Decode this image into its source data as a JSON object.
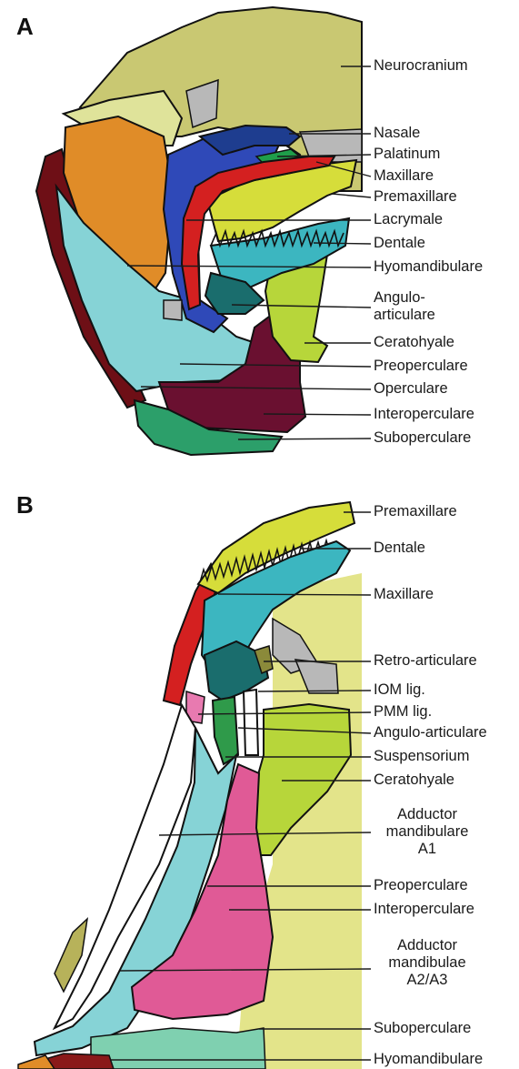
{
  "panels": {
    "a": {
      "letter": "A",
      "labels": {
        "neurocranium": "Neurocranium",
        "nasale": "Nasale",
        "palatinum": "Palatinum",
        "maxillare": "Maxillare",
        "premaxillare": "Premaxillare",
        "lacrymale": "Lacrymale",
        "dentale": "Dentale",
        "hyomandibulare": "Hyomandibulare",
        "angulo_articulare": "Angulo-articulare",
        "ceratohyale": "Ceratohyale",
        "praeoperculare": "Preoperculare",
        "operculare": "Operculare",
        "interoperculare": "Interoperculare",
        "suboperculare": "Suboperculare"
      }
    },
    "b": {
      "letter": "B",
      "labels": {
        "premaxillare": "Premaxillare",
        "dentale": "Dentale",
        "maxillare": "Maxillare",
        "retro_articulare": "Retro-articulare",
        "iom_lig": "IOM lig.",
        "pmm_lig": "PMM lig.",
        "angulo_articulare": "Angulo-articulare",
        "suspensorium": "Suspensorium",
        "ceratohyale": "Ceratohyale",
        "adductor_a1": "Adductor mandibulare A1",
        "praeoperculare": "Preoperculare",
        "interoperculare": "Interoperculare",
        "adductor_a2a3": "Adductor mandibulae A2/A3",
        "suboperculare": "Suboperculare",
        "hyomandibulare": "Hyomandibulare"
      }
    }
  },
  "colors": {
    "neurocranium": "#c9c872",
    "nasale": "#1e3d8f",
    "palatinum": "#1f9e4a",
    "maxillare": "#d42020",
    "premaxillare": "#d6dd3a",
    "lacrymale": "#2f49b8",
    "dentale": "#3cb6c0",
    "hyomandibulare": "#e08c28",
    "angulo_articulare": "#1a6d6d",
    "ceratohyale": "#b7d63a",
    "praeoperculare": "#86d3d6",
    "operculare": "#6e0f16",
    "interoperculare": "#6a1030",
    "suboperculare": "#2c9f6a",
    "adductor_a2a3": "#e05a96",
    "suspensorium": "#2f9a4a",
    "gray": "#b8b8b8"
  }
}
